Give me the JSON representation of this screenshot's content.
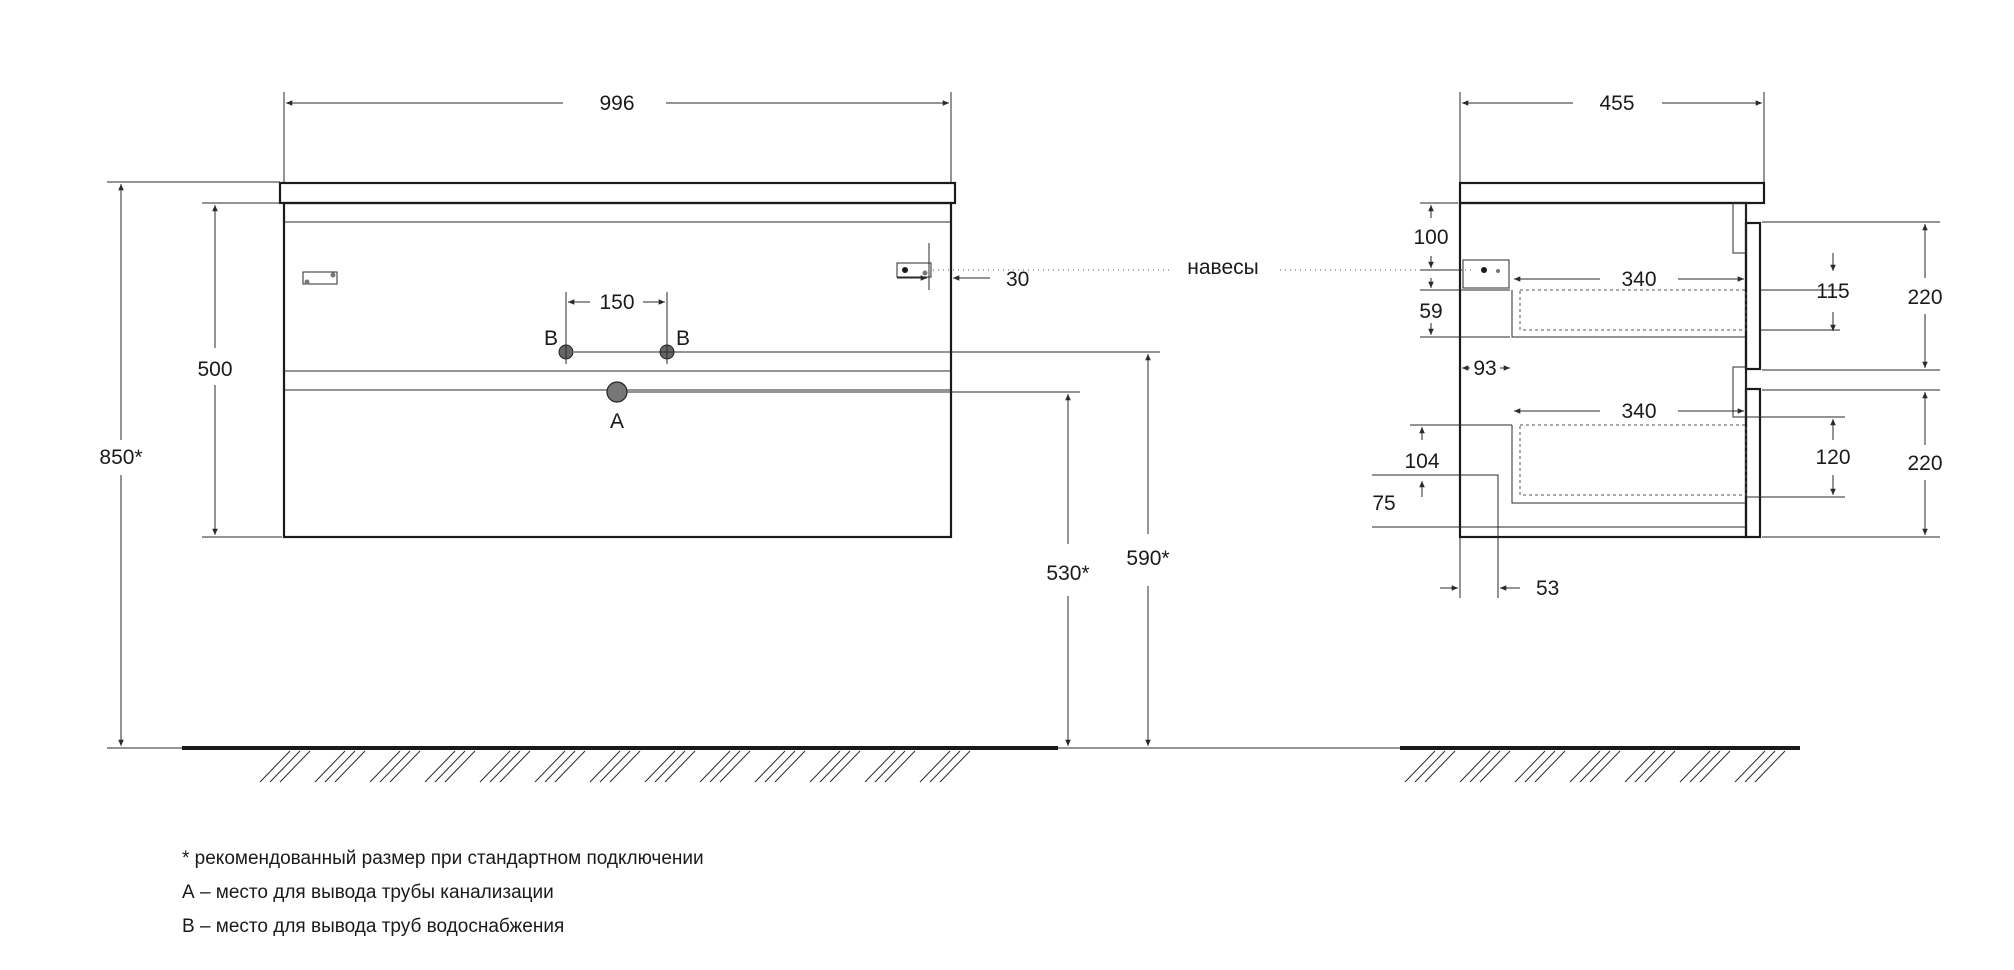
{
  "front": {
    "width": "996",
    "height_body": "500",
    "height_total": "850*",
    "pipe_spacing": "150",
    "hinge_offset": "30",
    "label_b_left": "B",
    "label_b_right": "B",
    "label_a": "A",
    "height_590": "590*",
    "height_530": "530*"
  },
  "hinges_label": "навесы",
  "side": {
    "depth": "455",
    "d100": "100",
    "d59": "59",
    "d93": "93",
    "d340_top": "340",
    "d340_bottom": "340",
    "d115": "115",
    "d220_top": "220",
    "d220_bottom": "220",
    "d120": "120",
    "d104": "104",
    "d75": "75",
    "d53": "53"
  },
  "notes": [
    "* рекомендованный размер при стандартном подключении",
    "А – место для вывода трубы канализации",
    "В – место для вывода труб водоснабжения"
  ]
}
